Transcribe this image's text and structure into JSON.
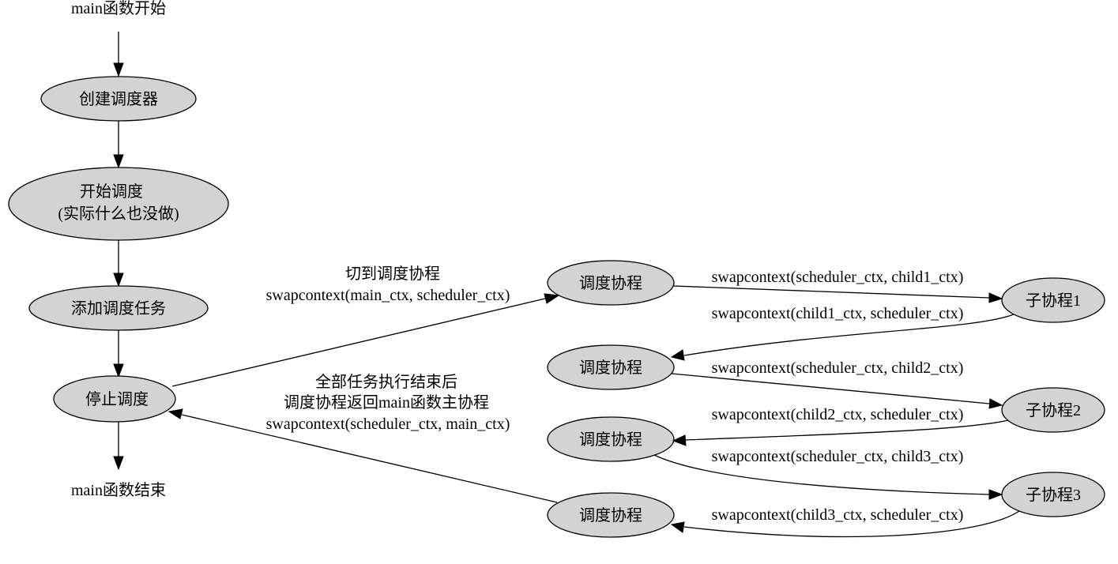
{
  "nodes": {
    "main_start": "main函数开始",
    "create_scheduler": "创建调度器",
    "start_scheduling_line1": "开始调度",
    "start_scheduling_line2": "(实际什么也没做)",
    "add_tasks": "添加调度任务",
    "stop_scheduling": "停止调度",
    "main_end": "main函数结束",
    "scheduler_1": "调度协程",
    "scheduler_2": "调度协程",
    "scheduler_3": "调度协程",
    "scheduler_4": "调度协程",
    "child_1": "子协程1",
    "child_2": "子协程2",
    "child_3": "子协程3"
  },
  "edges": {
    "to_scheduler_line1": "切到调度协程",
    "to_scheduler_line2": "swapcontext(main_ctx, scheduler_ctx)",
    "back_to_main_line1": "全部任务执行结束后",
    "back_to_main_line2": "调度协程返回main函数主协程",
    "back_to_main_line3": "swapcontext(scheduler_ctx, main_ctx)",
    "sched_to_child1": "swapcontext(scheduler_ctx, child1_ctx)",
    "child1_to_sched": "swapcontext(child1_ctx, scheduler_ctx)",
    "sched_to_child2": "swapcontext(scheduler_ctx, child2_ctx)",
    "child2_to_sched": "swapcontext(child2_ctx, scheduler_ctx)",
    "sched_to_child3": "swapcontext(scheduler_ctx, child3_ctx)",
    "child3_to_sched": "swapcontext(child3_ctx, scheduler_ctx)"
  },
  "colors": {
    "node_fill": "#d3d3d3",
    "stroke": "#000000",
    "background": "#ffffff"
  }
}
